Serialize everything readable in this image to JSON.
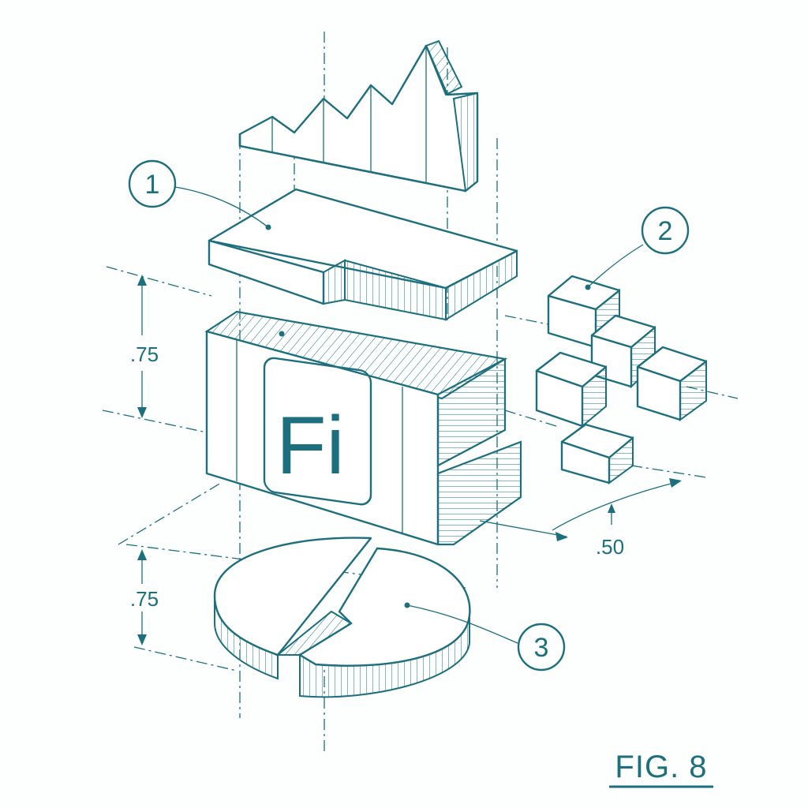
{
  "figure": {
    "label": "FIG. 8",
    "logo_text": "Fi",
    "callouts": [
      "1",
      "2",
      "3"
    ],
    "dimensions": {
      "block_height": ".75",
      "pie_height": ".75",
      "cube_offset": ".50"
    }
  },
  "colors": {
    "ink": "#1d6f7d",
    "paper": "#fdfefe"
  }
}
